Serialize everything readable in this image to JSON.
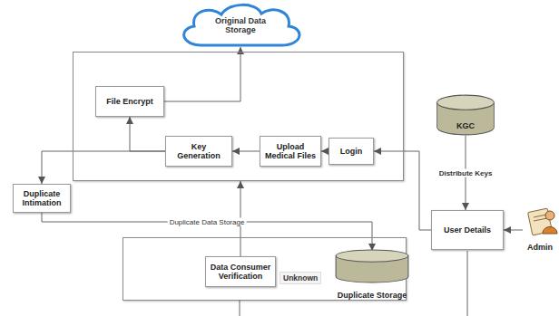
{
  "diagram": {
    "nodes": [
      {
        "text": [
          "Original Data Storage"
        ]
      },
      {
        "text": []
      },
      {
        "text": [
          "File Encrypt"
        ],
        "in": 1
      },
      {
        "text": [
          "Key Generation"
        ],
        "in": 1
      },
      {
        "text": [
          "Upload Medical Files"
        ],
        "in": 1
      },
      {
        "text": [
          "Login"
        ],
        "in": 1
      },
      {
        "text": [
          "Duplicate Intimation"
        ]
      },
      {
        "text": []
      },
      {
        "text": [
          "Data Consumer Verification"
        ],
        "in": 7
      },
      {
        "text": [
          "Duplicate Storage"
        ],
        "in": 7
      },
      {
        "text": [
          "KGC"
        ]
      },
      {
        "text": [
          "User Details"
        ]
      },
      {
        "text": [
          "Admin"
        ]
      }
    ],
    "edges": [
      {
        "from": 3,
        "to": 2,
        "arrow": "to"
      },
      {
        "from": 2,
        "to": 0,
        "arrow": "to"
      },
      {
        "from": 4,
        "to": 3,
        "arrow": "to"
      },
      {
        "from": 5,
        "to": 4,
        "arrow": "to"
      },
      {
        "from": 3,
        "to": 6,
        "arrow": "to"
      },
      {
        "from": 6,
        "to": 9,
        "label": "Duplicate Data Storage",
        "arrow": "to"
      },
      {
        "from": 8,
        "to": 1,
        "arrow": "to"
      },
      {
        "from": 11,
        "to": 5,
        "arrow": "to"
      },
      {
        "from": 10,
        "to": 11,
        "label": "Distribute Keys",
        "arrow": "to"
      },
      {
        "from": 12,
        "to": 11,
        "arrow": "to"
      }
    ],
    "labels": [
      "Unknown"
    ]
  }
}
